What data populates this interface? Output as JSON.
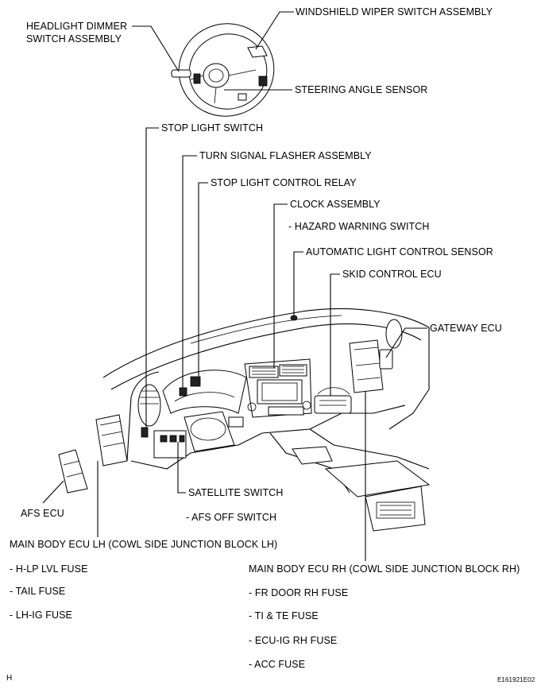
{
  "labels": {
    "headlight_dimmer": "HEADLIGHT DIMMER",
    "switch_assembly": "SWITCH ASSEMBLY",
    "windshield_wiper": "WINDSHIELD WIPER SWITCH ASSEMBLY",
    "steering_angle_sensor": "STEERING ANGLE SENSOR",
    "stop_light_switch": "STOP LIGHT SWITCH",
    "turn_signal_flasher": "TURN SIGNAL FLASHER ASSEMBLY",
    "stop_light_control_relay": "STOP LIGHT CONTROL RELAY",
    "clock_assembly": "CLOCK ASSEMBLY",
    "hazard_warning_switch": "- HAZARD WARNING SWITCH",
    "automatic_light_control_sensor": "AUTOMATIC LIGHT CONTROL SENSOR",
    "skid_control_ecu": "SKID CONTROL ECU",
    "gateway_ecu": "GATEWAY ECU",
    "satellite_switch": "SATELLITE SWITCH",
    "afs_off_switch": "- AFS OFF SWITCH",
    "afs_ecu": "AFS ECU",
    "main_body_ecu_lh": "MAIN BODY ECU LH (COWL SIDE JUNCTION BLOCK LH)",
    "main_body_ecu_rh": "MAIN BODY ECU RH (COWL SIDE JUNCTION BLOCK RH)",
    "corner_letter": "H",
    "figure_code": "E161921E02"
  },
  "lh_fuses": [
    "- H-LP LVL FUSE",
    "- TAIL FUSE",
    "- LH-IG FUSE"
  ],
  "rh_fuses": [
    "- FR DOOR RH FUSE",
    "- TI & TE FUSE",
    "- ECU-IG RH FUSE",
    "- ACC FUSE"
  ]
}
